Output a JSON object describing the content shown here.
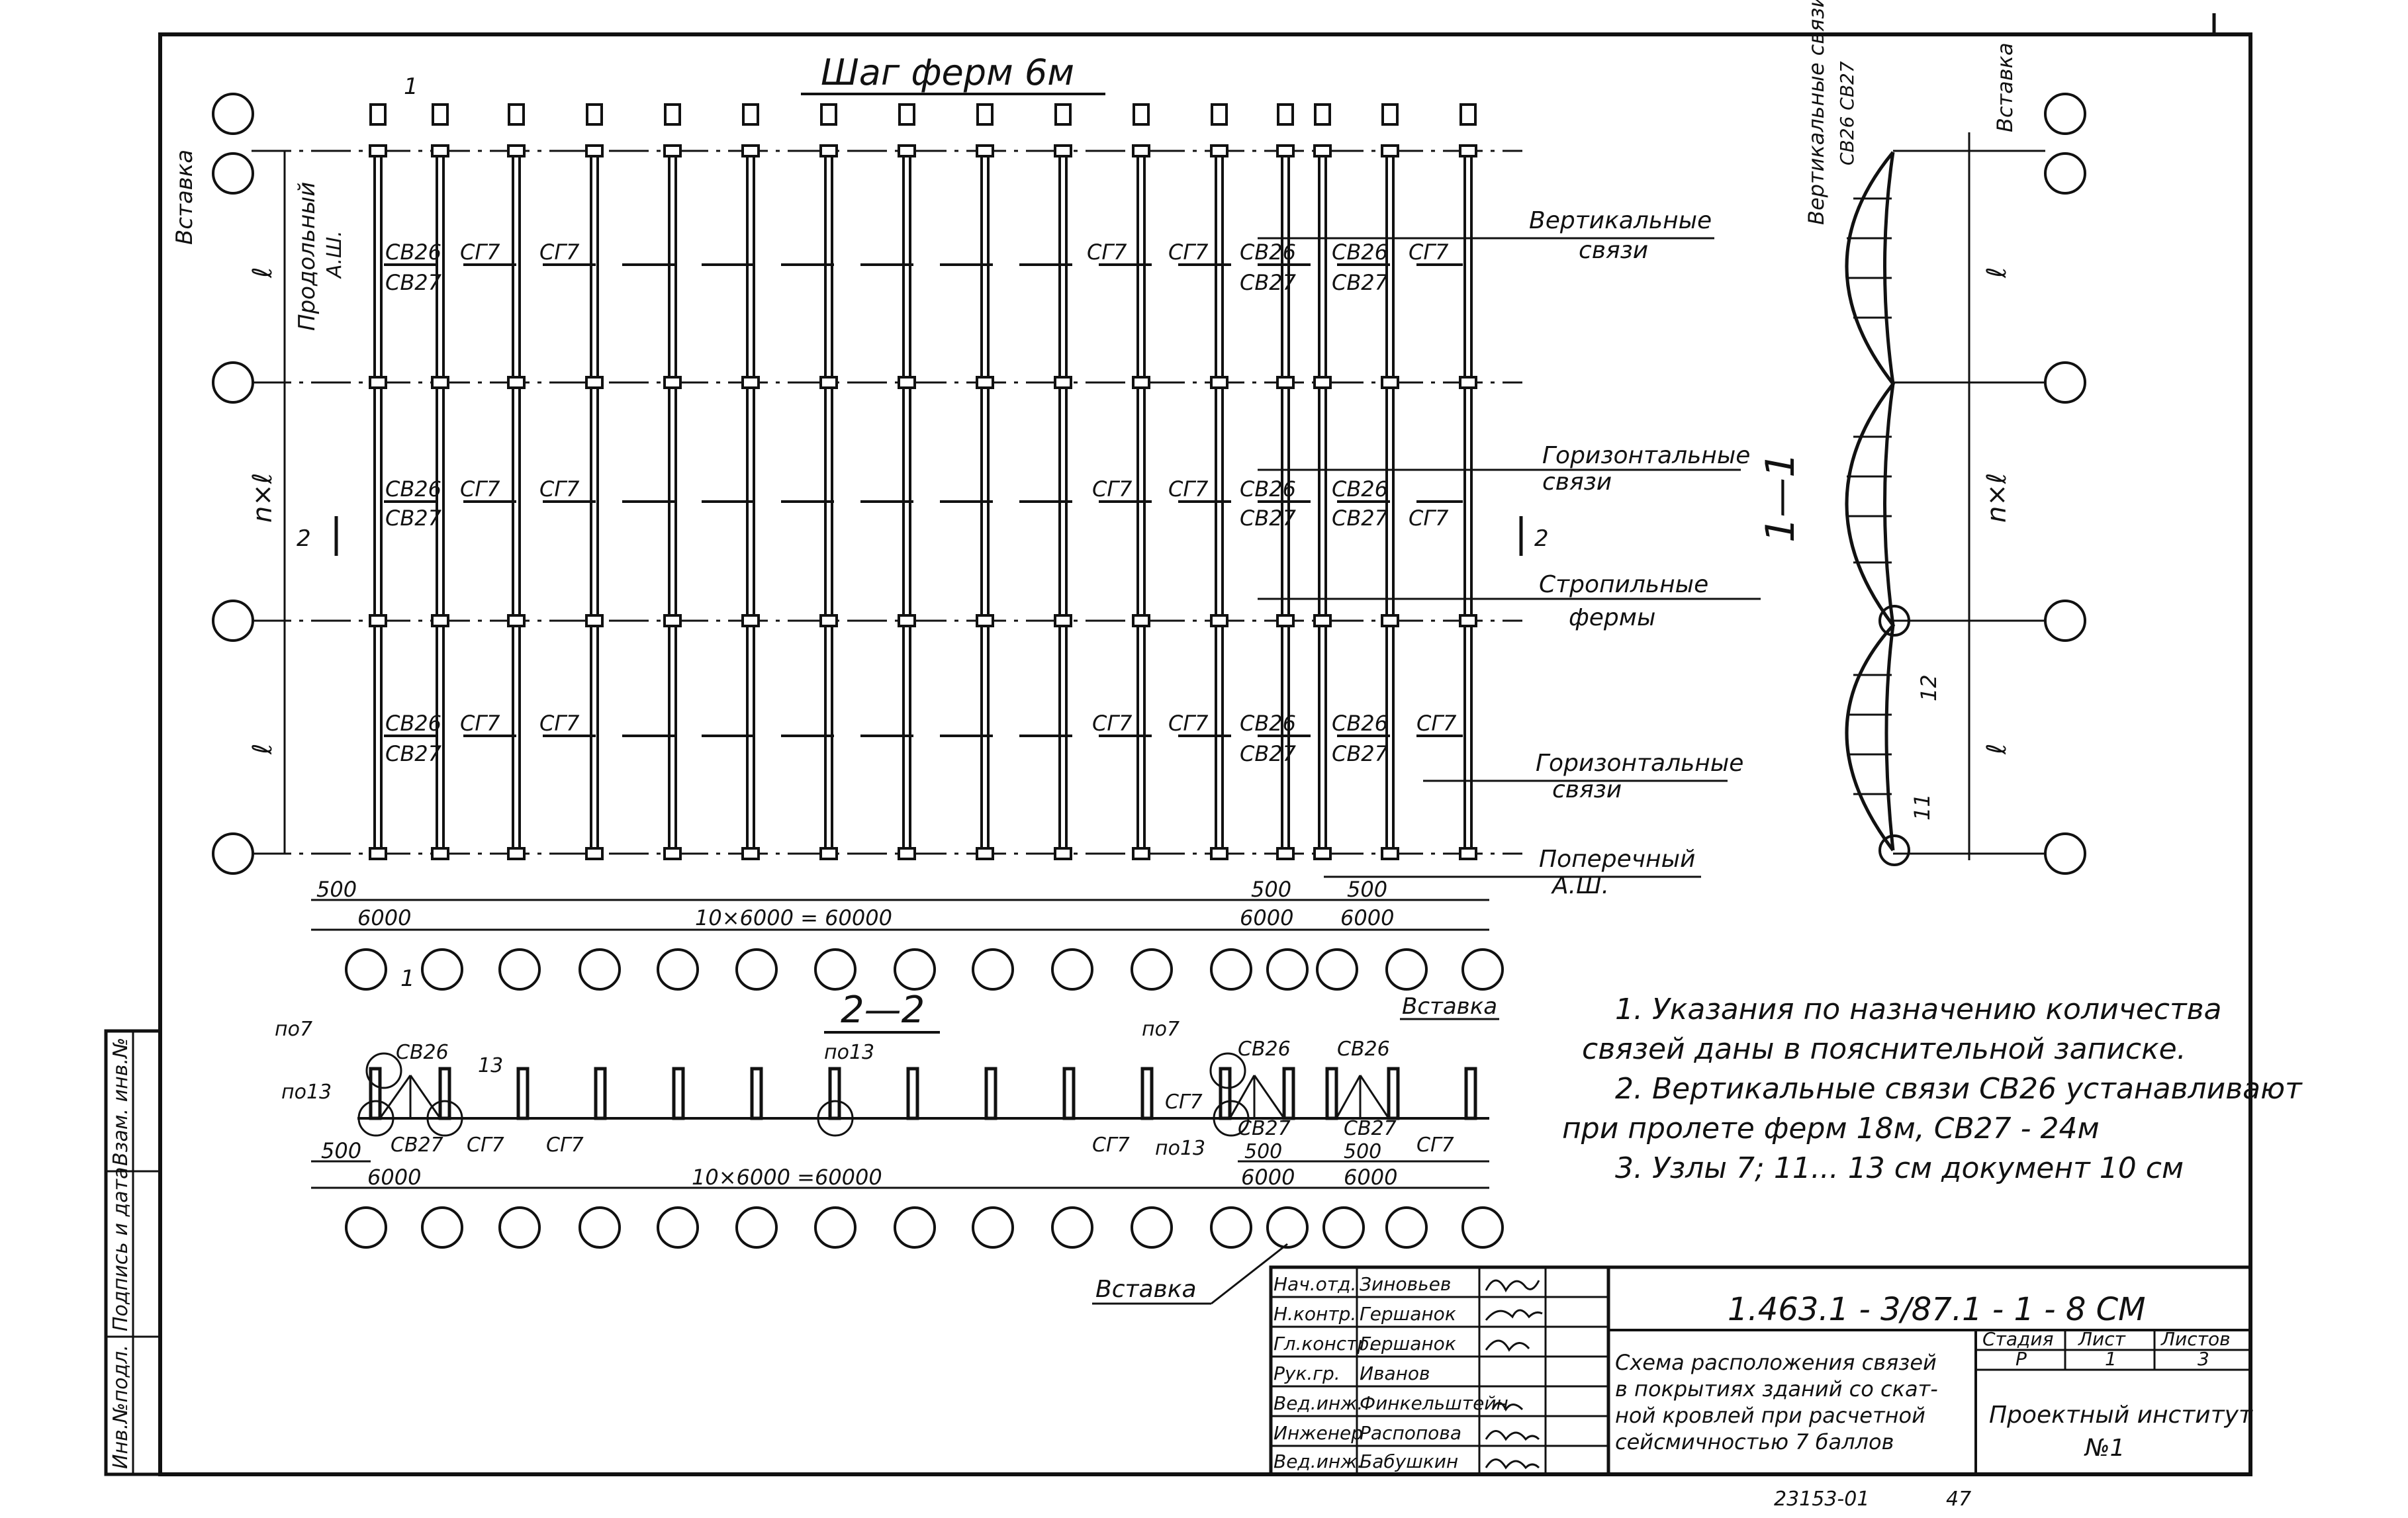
{
  "drawing": {
    "plan_title": "Шаг ферм 6м",
    "section_1_title": "1—1",
    "section_2_title": "2—2",
    "section_mark_1": "1",
    "section_mark_2": "2",
    "insert_label": "Вставка",
    "longitudinal_axis_label": "Продольный",
    "longitudinal_axis_sub": "А.Ш.",
    "transverse_axis_label": "Поперечный",
    "transverse_axis_sub": "А.Ш.",
    "span_l": "ℓ",
    "span_nl": "n×ℓ",
    "dim_500": "500",
    "dim_6000": "6000",
    "dim_total_plan": "10×6000 = 60000",
    "dim_total_section": "10×6000 =60000",
    "brace_cb26": "СВ26",
    "brace_cb27": "СВ27",
    "brace_sg7": "СГ7",
    "node_po7": "по7",
    "node_po13": "по13",
    "node_13": "13",
    "node_11": "11",
    "node_12": "12",
    "section_vertical_braces": "Вертикальные связи",
    "section_braces_sv": "СВ26 СВ27"
  },
  "legend": [
    {
      "line1": "Вертикальные",
      "line2": "связи"
    },
    {
      "line1": "Горизонтальные",
      "line2": "связи"
    },
    {
      "line1": "Стропильные",
      "line2": "фермы"
    },
    {
      "line1": "Горизонтальные",
      "line2": "связи"
    },
    {
      "line1": "Поперечный",
      "line2": "А.Ш."
    }
  ],
  "notes": [
    "1. Указания по назначению количества",
    "связей даны в пояснительной записке.",
    "2. Вертикальные связи СВ26 устанавливают",
    "при пролете ферм 18м,     СВ27 - 24м",
    "3. Узлы 7; 11... 13 см документ 10 см"
  ],
  "side_stamp": [
    "Инв.№подл.",
    "Подпись и дата",
    "Взам. инв.№"
  ],
  "title_block": {
    "doc_code": "1.463.1 - 3/87.1 - 1 - 8 СМ",
    "description": [
      "Схема расположения связей",
      "в покрытиях зданий со скат-",
      "ной кровлей при расчетной",
      "сейсмичностью 7 баллов"
    ],
    "stage_header": "Стадия",
    "sheet_header": "Лист",
    "sheets_header": "Листов",
    "stage": "Р",
    "sheet": "1",
    "sheets": "3",
    "organization": [
      "Проектный институт",
      "№1"
    ],
    "personnel": [
      {
        "role": "Нач.отд.",
        "name": "Зиновьев"
      },
      {
        "role": "Н.контр.",
        "name": "Гершанок"
      },
      {
        "role": "Гл.констр.",
        "name": "Гершанок"
      },
      {
        "role": "Рук.гр.",
        "name": "Иванов"
      },
      {
        "role": "Вед.инж.",
        "name": "Финкельштейн"
      },
      {
        "role": "Инженер",
        "name": "Распопова"
      },
      {
        "role": "Вед.инж.",
        "name": "Бабушкин"
      }
    ]
  },
  "footer_number": "23153-01",
  "footer_page": "47"
}
